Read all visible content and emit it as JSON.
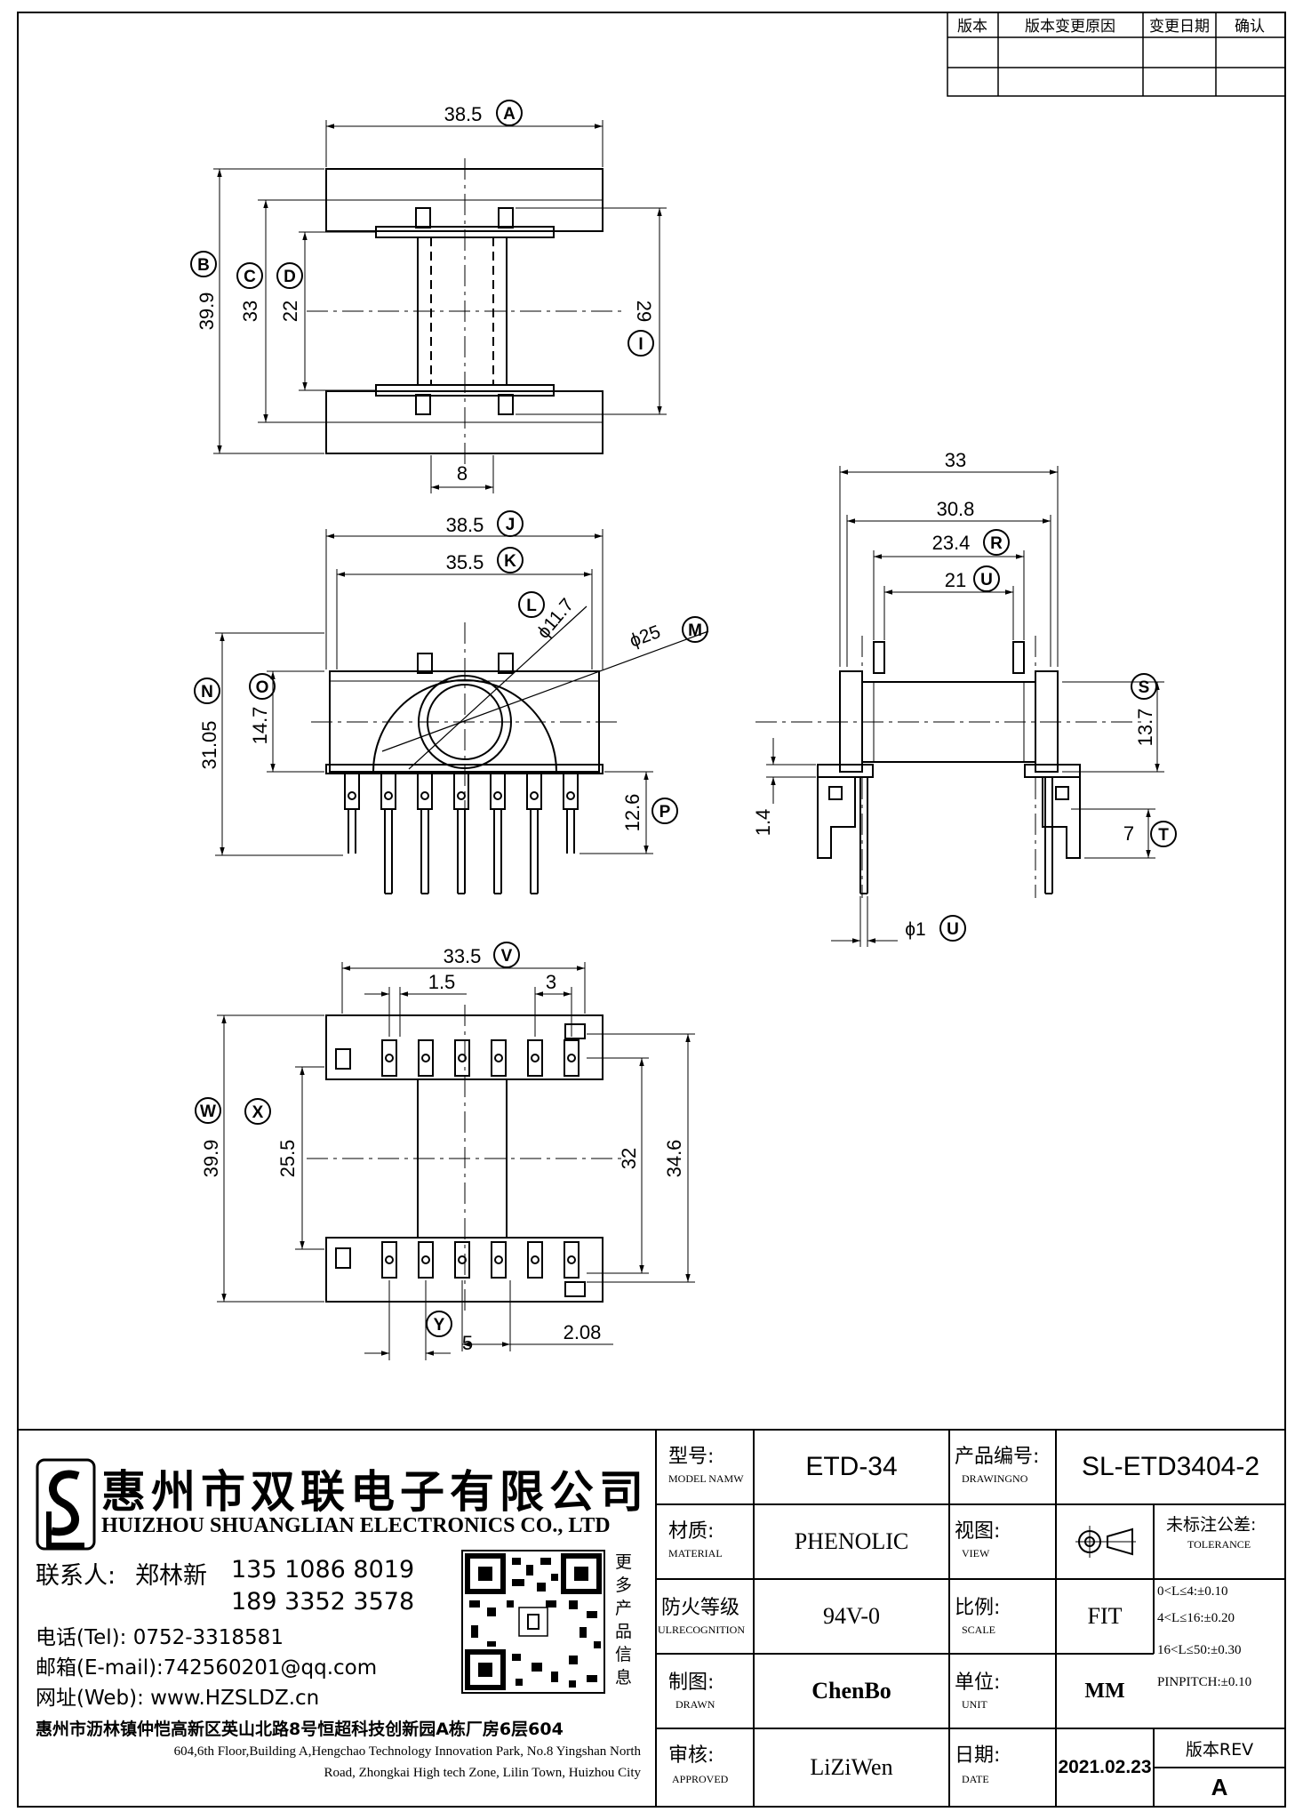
{
  "revision_table": {
    "headers": [
      "版本",
      "版本变更原因",
      "变更日期",
      "确认"
    ]
  },
  "dimensions": {
    "top_view": {
      "width_A": "38.5",
      "label_A": "A",
      "height_B": "39.9",
      "label_B": "B",
      "height_C": "33",
      "label_C": "C",
      "height_D": "22",
      "label_D": "D",
      "height_I": "29",
      "label_I": "I",
      "gap": "8"
    },
    "front_view": {
      "width_J": "38.5",
      "label_J": "J",
      "width_K": "35.5",
      "label_K": "K",
      "dia_L": "ϕ11.7",
      "label_L": "L",
      "dia_M": "ϕ25",
      "label_M": "M",
      "height_N": "31.05",
      "label_N": "N",
      "height_O": "14.7",
      "label_O": "O",
      "height_P": "12.6",
      "label_P": "P"
    },
    "side_view": {
      "overall": "33",
      "flange": "30.8",
      "width_R": "23.4",
      "label_R": "R",
      "width_U": "21",
      "label_U": "U",
      "height_S": "13.7",
      "label_S": "S",
      "thick": "1.4",
      "height_T": "7",
      "label_T": "T",
      "pin_dia": "ϕ1",
      "label_pin": "U"
    },
    "bottom_view": {
      "width_V": "33.5",
      "label_V": "V",
      "pitch_small": "1.5",
      "pitch_big": "3",
      "height_W": "39.9",
      "label_W": "W",
      "label_X": "X",
      "height_X": "25.5",
      "height_32": "32",
      "height_34": "34.6",
      "label_Y": "Y",
      "pitch_5": "5",
      "offset": "2.08"
    }
  },
  "company": {
    "name_cn": "惠州市双联电子有限公司",
    "name_en": "HUIZHOU SHUANGLIAN ELECTRONICS CO., LTD",
    "contact_label": "联系人:",
    "contact_name": "郑林新",
    "phone1": "135 1086 8019",
    "phone2": "189 3352 3578",
    "tel": "电话(Tel): 0752-3318581",
    "email": "邮箱(E-mail):742560201@qq.com",
    "web": "网址(Web): www.HZSLDZ.cn",
    "qr_caption": [
      "更",
      "多",
      "产",
      "品",
      "信",
      "息"
    ],
    "address_cn": "惠州市沥林镇仲恺高新区英山北路8号恒超科技创新园A栋厂房6层604",
    "address_en1": "604,6th Floor,Building A,Hengchao Technology Innovation Park, No.8 Yingshan North",
    "address_en2": "Road, Zhongkai High tech Zone, Lilin Town, Huizhou City"
  },
  "title_block": {
    "model_label": "型号:",
    "model_label_en": "MODEL NAMW",
    "model": "ETD-34",
    "drawing_label": "产品编号:",
    "drawing_label_en": "DRAWINGNO",
    "drawing_no": "SL-ETD3404-2",
    "material_label": "材质:",
    "material_label_en": "MATERIAL",
    "material": "PHENOLIC",
    "view_label": "视图:",
    "view_label_en": "VIEW",
    "tol_label": "未标注公差:",
    "tol_label_en": "TOLERANCE",
    "tol_lines": [
      "0<L≤4:±0.10",
      "4<L≤16:±0.20",
      "16<L≤50:±0.30",
      "PINPITCH:±0.10"
    ],
    "fire_label": "防火等级",
    "fire_label_en": "ULRECOGNITION",
    "fire": "94V-0",
    "scale_label": "比例:",
    "scale_label_en": "SCALE",
    "scale": "FIT",
    "drawn_label": "制图:",
    "drawn_label_en": "DRAWN",
    "drawn": "ChenBo",
    "unit_label": "单位:",
    "unit_label_en": "UNIT",
    "unit": "MM",
    "approved_label": "审核:",
    "approved_label_en": "APPROVED",
    "approved": "LiZiWen",
    "date_label": "日期:",
    "date_label_en": "DATE",
    "date": "2021.02.23",
    "rev_label": "版本REV",
    "rev": "A"
  },
  "colors": {
    "line": "#000000",
    "background": "#ffffff"
  }
}
